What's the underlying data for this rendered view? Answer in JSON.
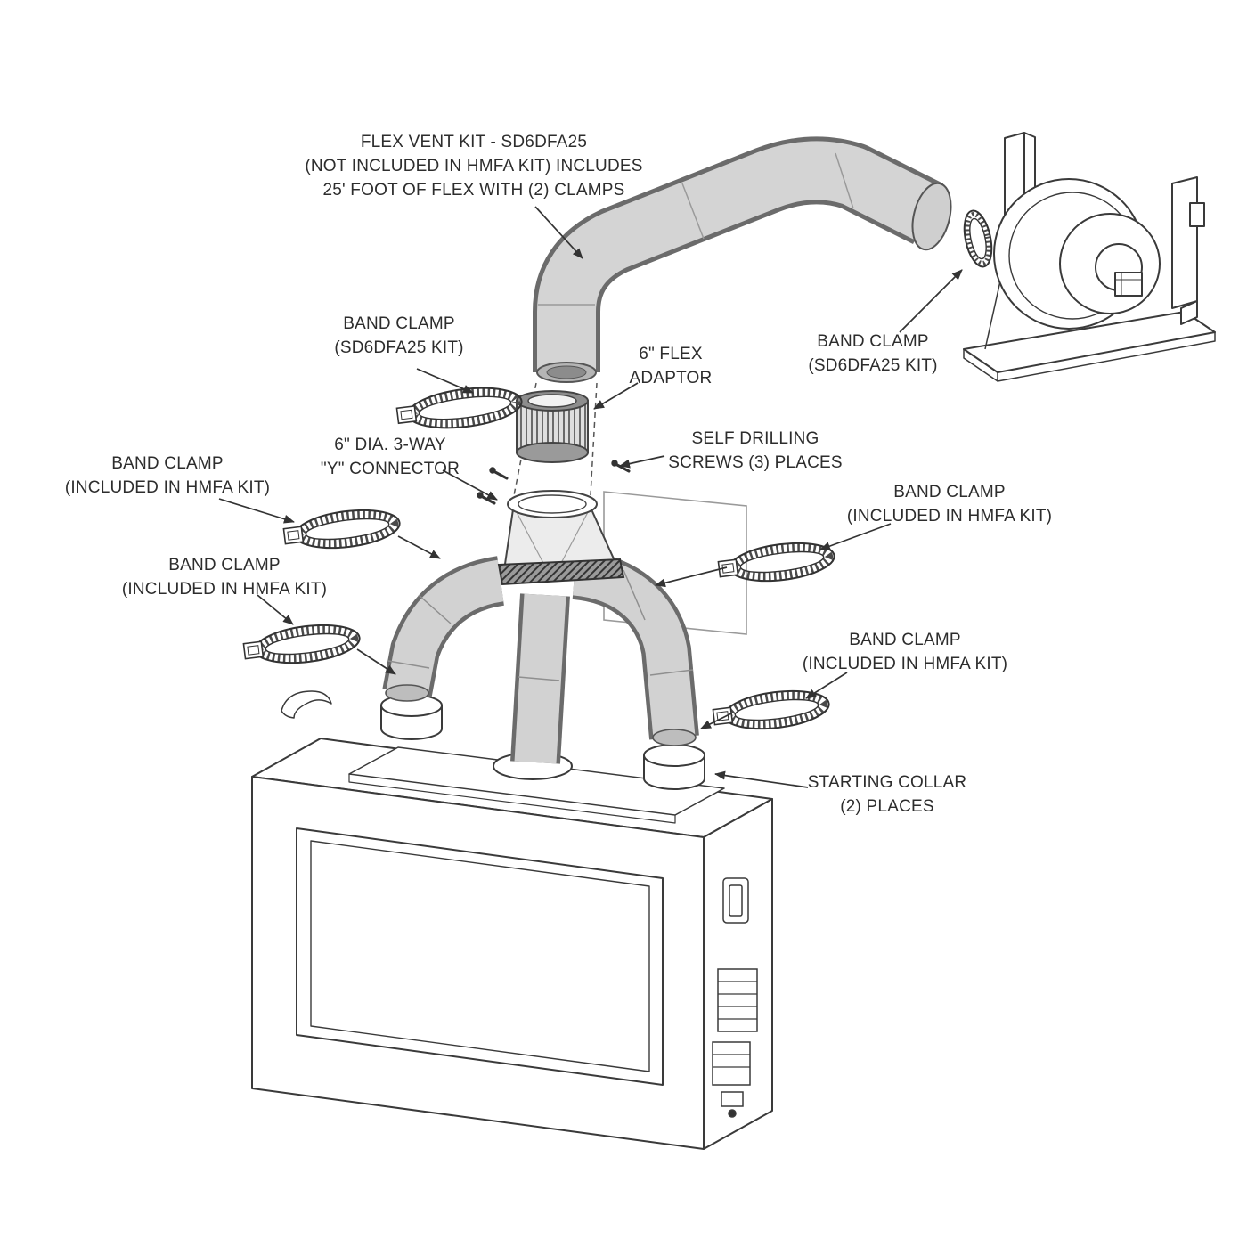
{
  "labels": {
    "flex_vent_kit": {
      "line1": "FLEX VENT KIT - SD6DFA25",
      "line2": "(NOT INCLUDED IN HMFA KIT) INCLUDES",
      "line3": "25' FOOT OF FLEX WITH (2) CLAMPS"
    },
    "band_clamp_sd6_left": {
      "line1": "BAND CLAMP",
      "line2": "(SD6DFA25 KIT)"
    },
    "flex_adaptor": {
      "line1": "6\" FLEX",
      "line2": "ADAPTOR"
    },
    "band_clamp_sd6_right": {
      "line1": "BAND CLAMP",
      "line2": "(SD6DFA25 KIT)"
    },
    "band_clamp_hmfa_left_1": {
      "line1": "BAND CLAMP",
      "line2": "(INCLUDED IN HMFA KIT)"
    },
    "y_connector": {
      "line1": "6\" DIA. 3-WAY",
      "line2": "\"Y\" CONNECTOR"
    },
    "self_drilling_screws": {
      "line1": "SELF DRILLING",
      "line2": "SCREWS (3) PLACES"
    },
    "band_clamp_hmfa_right_1": {
      "line1": "BAND CLAMP",
      "line2": "(INCLUDED IN HMFA KIT)"
    },
    "band_clamp_hmfa_left_2": {
      "line1": "BAND CLAMP",
      "line2": "(INCLUDED IN HMFA KIT)"
    },
    "band_clamp_hmfa_right_2": {
      "line1": "BAND CLAMP",
      "line2": "(INCLUDED IN HMFA KIT)"
    },
    "starting_collar": {
      "line1": "STARTING COLLAR",
      "line2": "(2) PLACES"
    }
  },
  "colors": {
    "line": "#3a3a3a",
    "text": "#2d2d2d",
    "pipe_fill": "#d2d2d2",
    "pipe_outline": "#6b6b6b",
    "background": "#ffffff"
  }
}
